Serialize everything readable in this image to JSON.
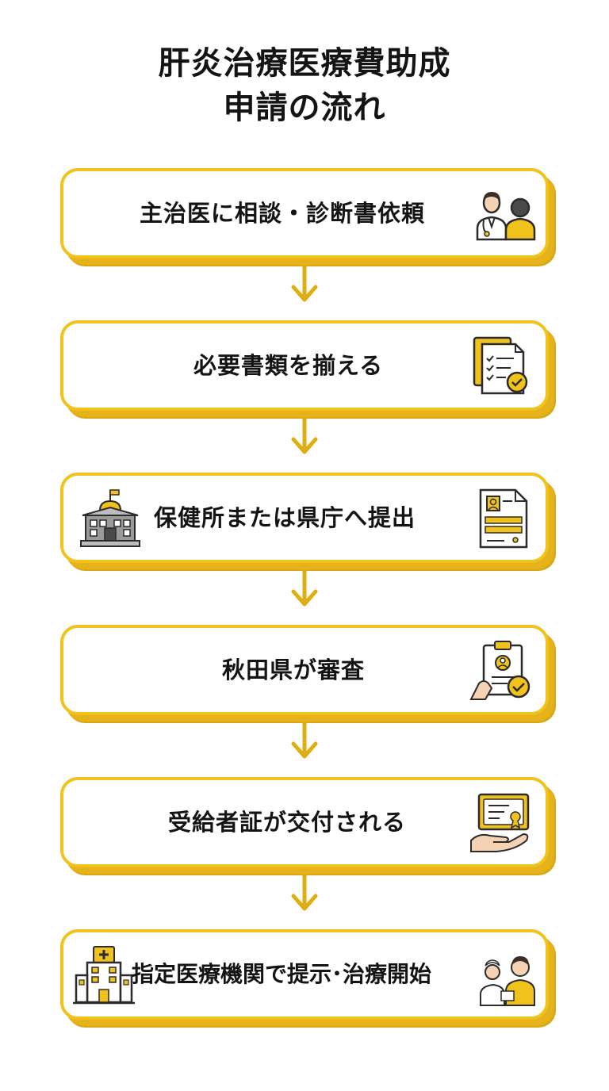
{
  "title": {
    "line1": "肝炎治療医療費助成",
    "line2": "申請の流れ"
  },
  "steps": [
    {
      "label": "主治医に相談・診断書依頼",
      "icon": "doctor-patient-icon"
    },
    {
      "label": "必要書類を揃える",
      "icon": "document-checklist-icon"
    },
    {
      "label": "保健所または県庁へ提出",
      "icon": "government-building-icon",
      "icon2": "application-form-icon"
    },
    {
      "label": "秋田県が審査",
      "icon": "clipboard-review-icon"
    },
    {
      "label": "受給者証が交付される",
      "icon": "certificate-hand-icon"
    },
    {
      "label": "指定医療機関で提示･治療開始",
      "icon": "hospital-icon",
      "icon2": "nurse-patient-icon"
    }
  ],
  "colors": {
    "accent": "#f1c21b",
    "shadow": "#d9a615",
    "text": "#141414",
    "icon_dark": "#2b2b2b",
    "icon_gray": "#9a9a9a"
  }
}
